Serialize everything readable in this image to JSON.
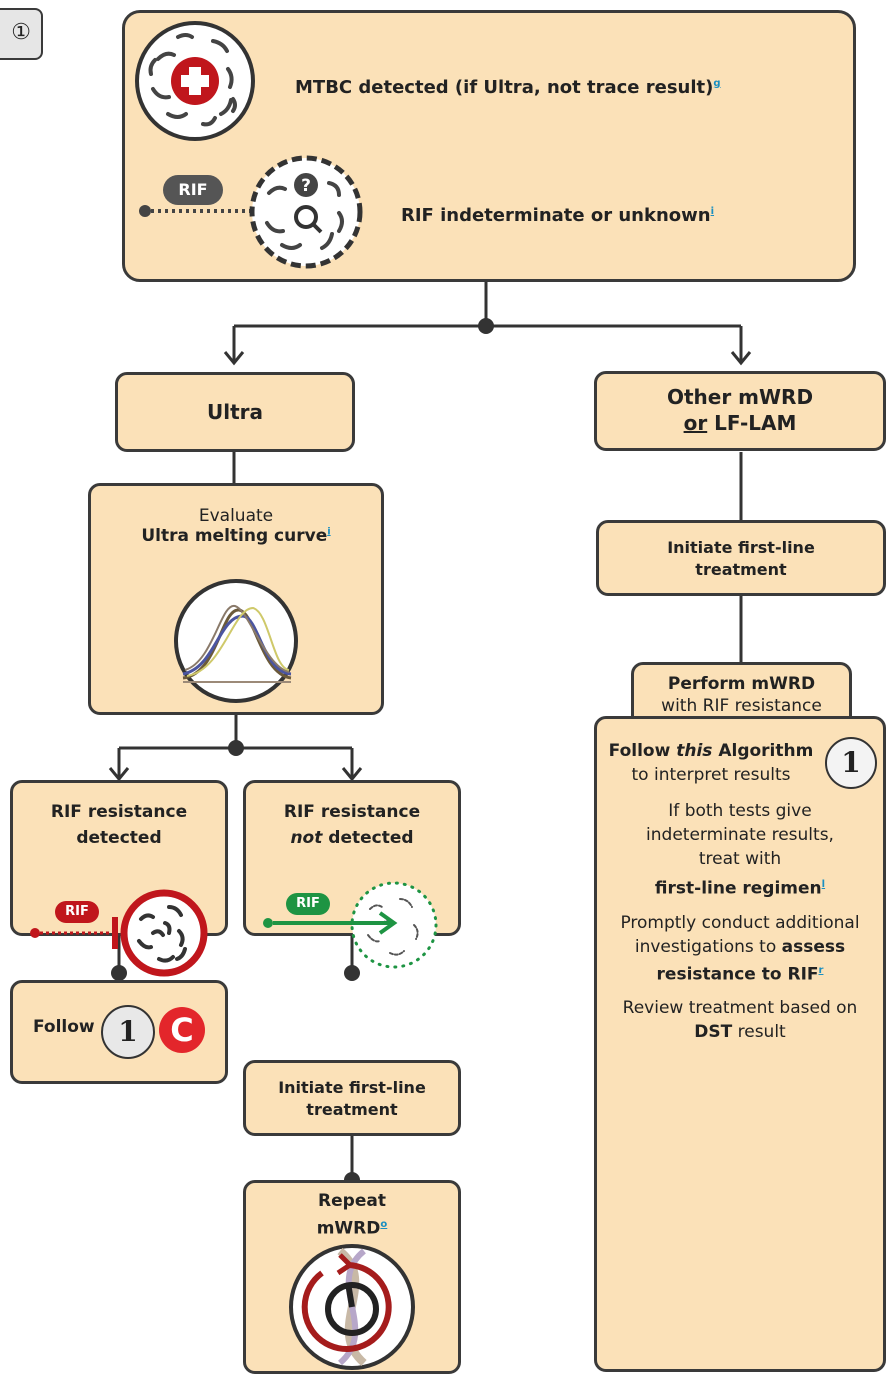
{
  "step_badge": "①",
  "top": {
    "mtbc_label": "MTBC detected (if Ultra, not trace result)",
    "mtbc_ref": "g",
    "rif_tag": "RIF",
    "rif_label": "RIF indeterminate or unknown",
    "rif_ref": "i"
  },
  "ultra": {
    "label": "Ultra"
  },
  "other": {
    "line1": "Other mWRD",
    "line2_or": "or",
    "line2_rest": " LF-LAM"
  },
  "evaluate": {
    "line1": "Evaluate",
    "line2": "Ultra melting curve",
    "ref": "i"
  },
  "rif_detected": {
    "label": "RIF resistance detected",
    "tag": "RIF"
  },
  "rif_not_detected": {
    "line1": "RIF resistance",
    "not": "not",
    "rest": " detected",
    "tag": "RIF"
  },
  "follow": {
    "label": "Follow",
    "num": "1",
    "letter": "C"
  },
  "initiate_left": {
    "label": "Initiate first-line treatment"
  },
  "repeat": {
    "line1": "Repeat",
    "line2": "mWRD",
    "ref": "o"
  },
  "initiate_right": {
    "label": "Initiate first-line treatment"
  },
  "perform": {
    "bold": "Perform mWRD",
    "rest": "with RIF resistance detection"
  },
  "final": {
    "follow": "Follow ",
    "this": "this",
    "algorithm": " Algorithm",
    "num": "1",
    "interpret": "to interpret results",
    "both": "If both tests give indeterminate results, treat with",
    "regimen": "first-line regimen",
    "regimen_ref": "l",
    "promptly": "Promptly conduct additional investigations to ",
    "assess": "assess resistance to RIF",
    "assess_ref": "r",
    "review": "Review treatment based on ",
    "dst": "DST",
    "result": " result"
  },
  "colors": {
    "box_fill": "#fbe1b8",
    "border": "#3a3a3a",
    "red": "#c0161c",
    "green": "#1e9443",
    "link": "#1a8fc1"
  }
}
